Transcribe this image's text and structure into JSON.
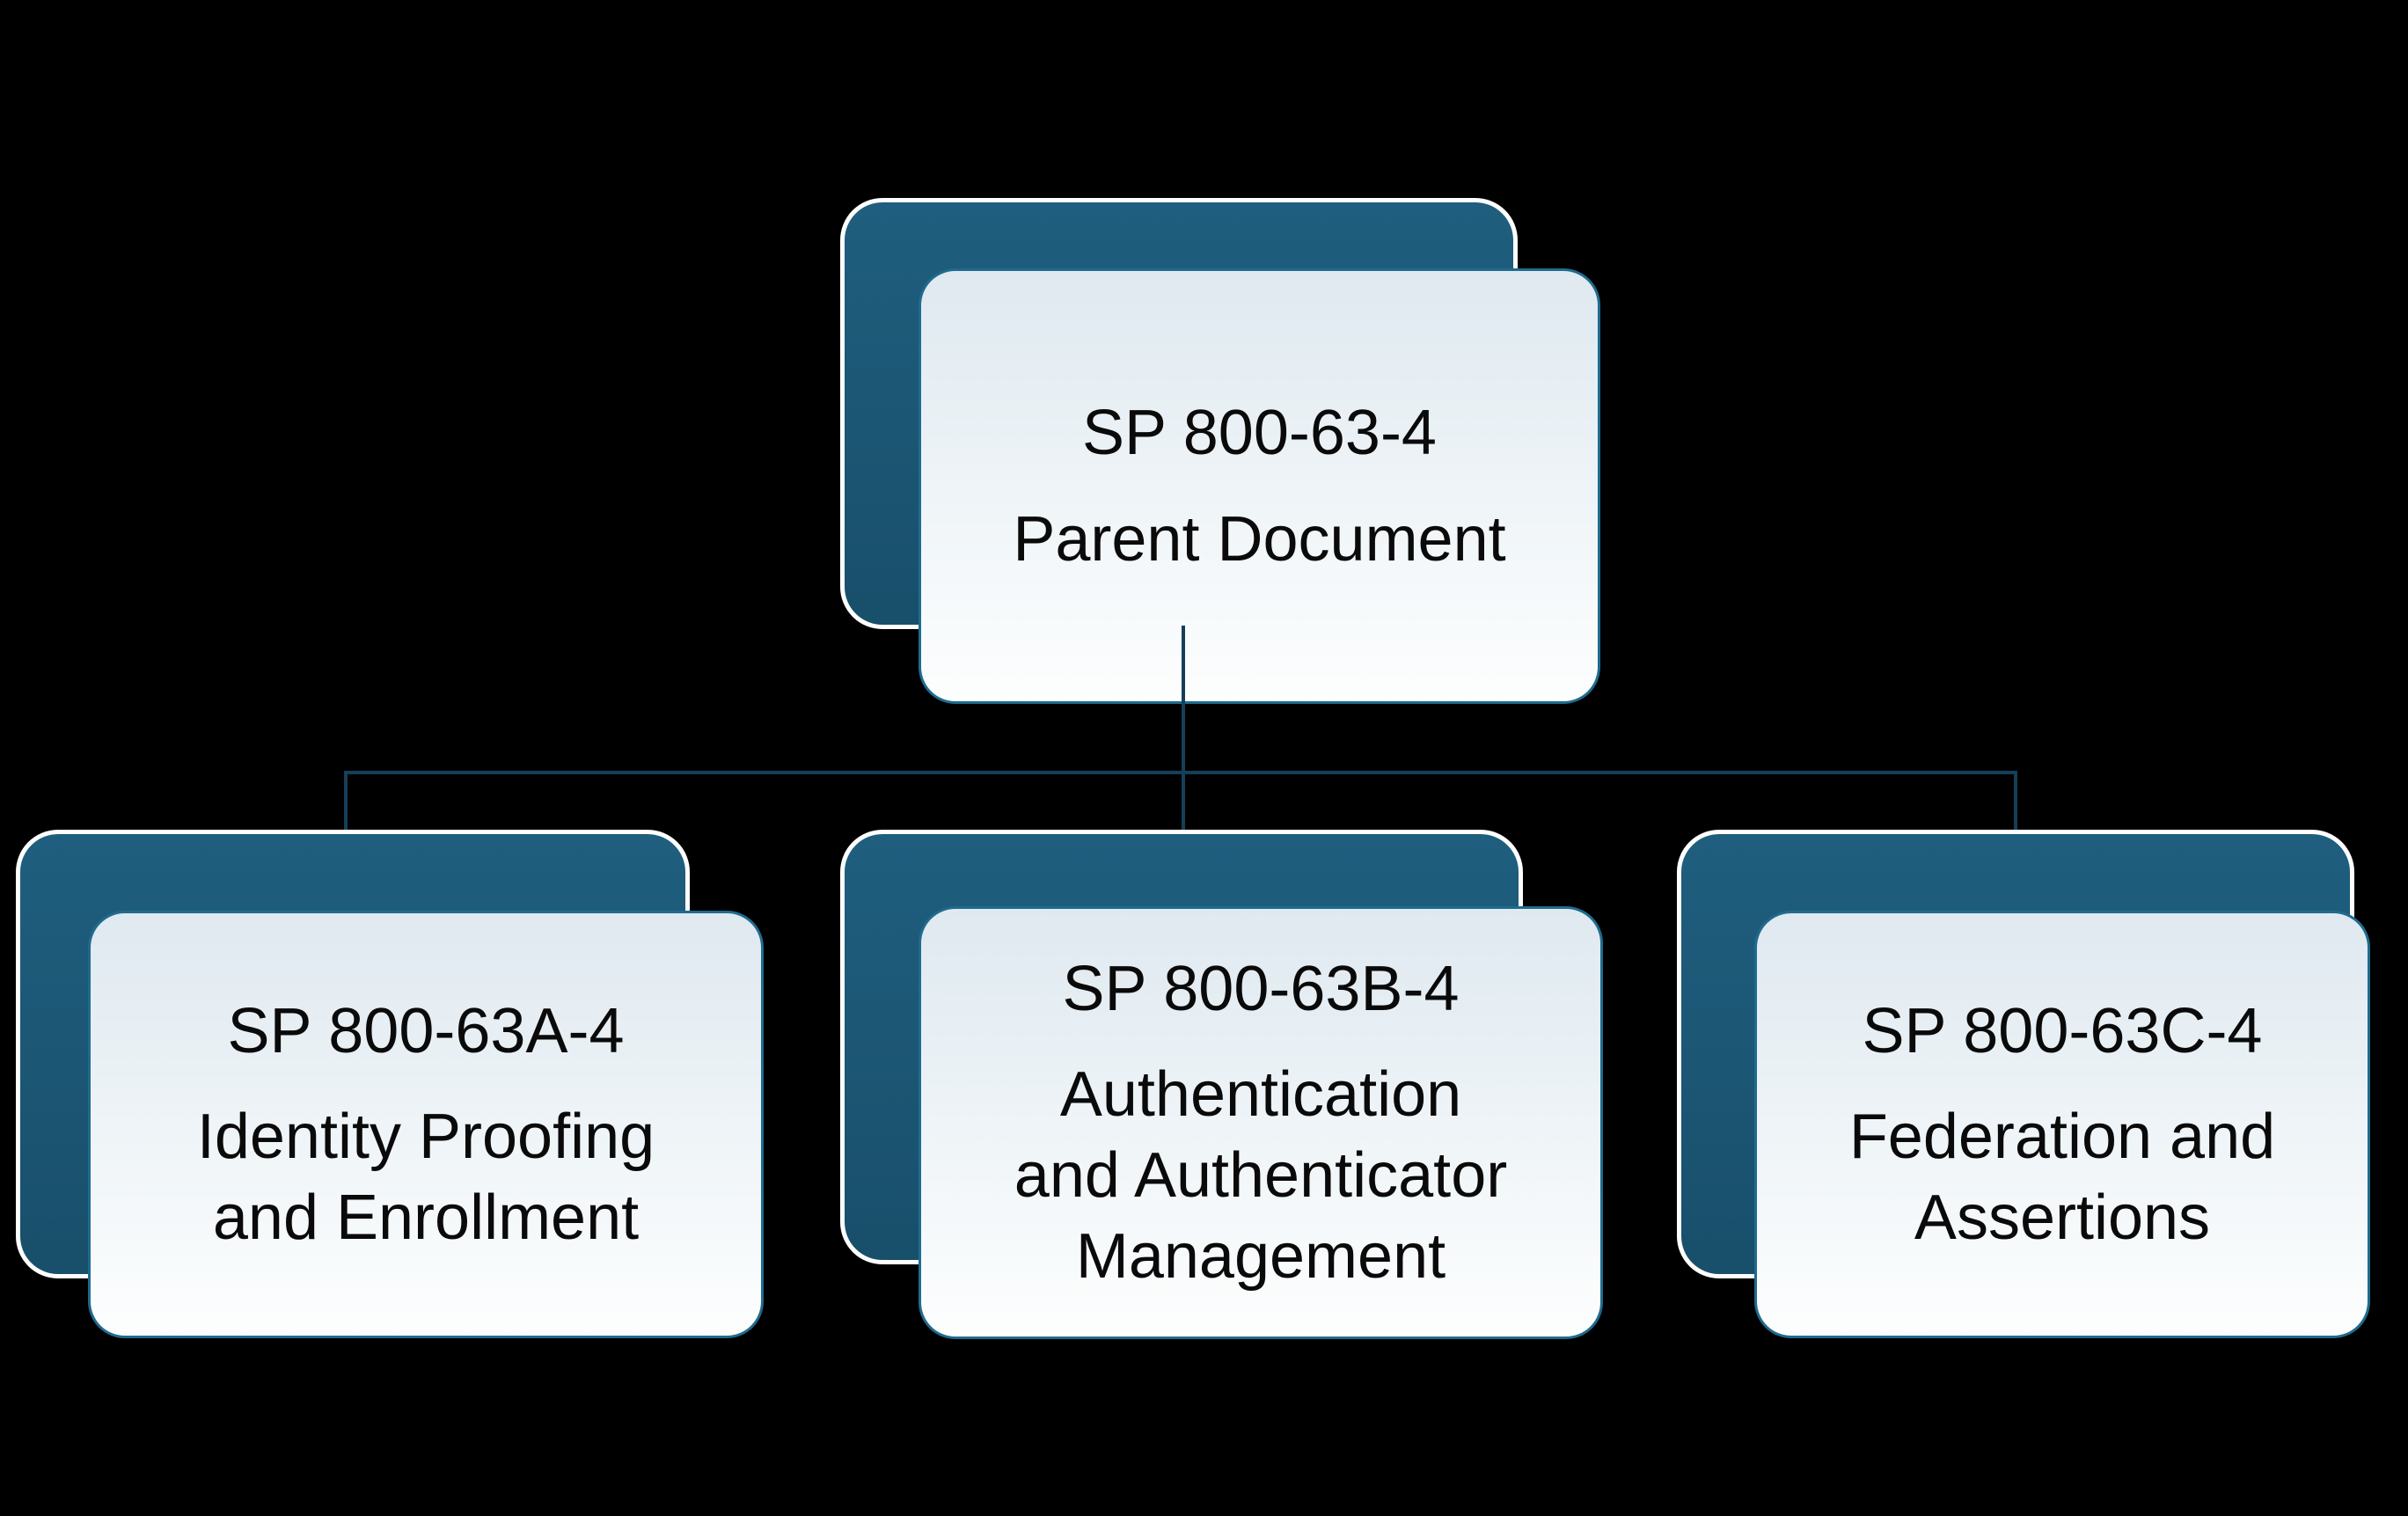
{
  "diagram": {
    "description": "Hierarchy diagram of the SP 800-63-4 document suite: one parent document connected to three companion volumes",
    "nodes": {
      "parent": {
        "title": "SP 800-63-4",
        "subtitle": "Parent Document"
      },
      "children": [
        {
          "title": "SP 800-63A-4",
          "subtitle": "Identity Proofing\nand Enrollment"
        },
        {
          "title": "SP 800-63B-4",
          "subtitle": "Authentication\nand Authenticator\nManagement"
        },
        {
          "title": "SP 800-63C-4",
          "subtitle": "Federation and\nAssertions"
        }
      ]
    }
  },
  "colors": {
    "background": "#000000",
    "teal": "#1F5E7E",
    "teal-dark": "#184F6B",
    "line": "#153F58",
    "card-border": "#1F6B8E",
    "card-bg-top": "#DFE9F0",
    "card-bg-bottom": "#F4F8FA",
    "back-border": "#FFFFFF",
    "text": "#0A0A0A"
  }
}
